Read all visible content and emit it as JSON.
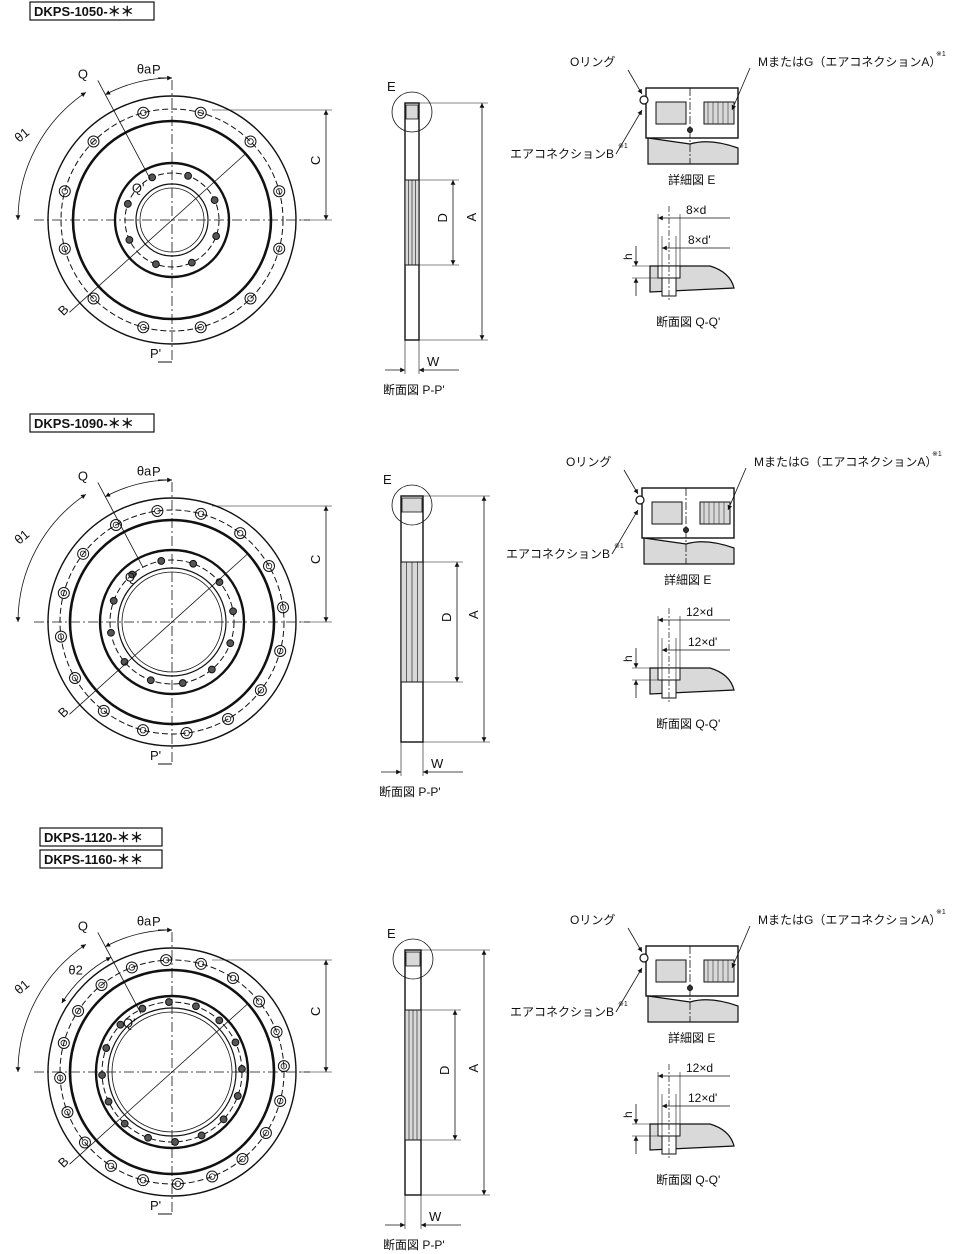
{
  "sections": [
    {
      "models": [
        "DKPS-1050-＊＊"
      ],
      "plan_labels": {
        "q": "Q",
        "q_prime": "Q'",
        "p": "P",
        "p_prime": "P'",
        "theta_a": "θa",
        "theta_1": "θ1",
        "theta_2": "",
        "b": "B",
        "c": "C"
      },
      "section_labels": {
        "e": "E",
        "d": "D",
        "a": "A",
        "w": "W",
        "caption": "断面図 P-P'"
      },
      "detail_labels": {
        "o_ring": "Oリング",
        "conn_a": "MまたはG（エアコネクションA）",
        "conn_b": "エアコネクションB",
        "caption": "詳細図 E"
      },
      "qq_labels": {
        "nd": "8×d",
        "ndp": "8×d'",
        "h": "h",
        "caption": "断面図 Q-Q'"
      }
    },
    {
      "models": [
        "DKPS-1090-＊＊"
      ],
      "plan_labels": {
        "q": "Q",
        "q_prime": "Q'",
        "p": "P",
        "p_prime": "P'",
        "theta_a": "θa",
        "theta_1": "θ1",
        "theta_2": "",
        "b": "B",
        "c": "C"
      },
      "section_labels": {
        "e": "E",
        "d": "D",
        "a": "A",
        "w": "W",
        "caption": "断面図 P-P'"
      },
      "detail_labels": {
        "o_ring": "Oリング",
        "conn_a": "MまたはG（エアコネクションA）",
        "conn_b": "エアコネクションB",
        "caption": "詳細図 E"
      },
      "qq_labels": {
        "nd": "12×d",
        "ndp": "12×d'",
        "h": "h",
        "caption": "断面図 Q-Q'"
      }
    },
    {
      "models": [
        "DKPS-1120-＊＊",
        "DKPS-1160-＊＊"
      ],
      "plan_labels": {
        "q": "Q",
        "q_prime": "Q'",
        "p": "P",
        "p_prime": "P'",
        "theta_a": "θa",
        "theta_1": "θ1",
        "theta_2": "θ2",
        "b": "B",
        "c": "C"
      },
      "section_labels": {
        "e": "E",
        "d": "D",
        "a": "A",
        "w": "W",
        "caption": "断面図 P-P'"
      },
      "detail_labels": {
        "o_ring": "Oリング",
        "conn_a": "MまたはG（エアコネクションA）",
        "conn_b": "エアコネクションB",
        "caption": "詳細図 E"
      },
      "qq_labels": {
        "nd": "12×d",
        "ndp": "12×d'",
        "h": "h",
        "caption": "断面図 Q-Q'"
      }
    }
  ],
  "footnote_mark": "※1",
  "colors": {
    "line": "#111111",
    "shade": "#d9d9d9",
    "bg": "#ffffff"
  }
}
